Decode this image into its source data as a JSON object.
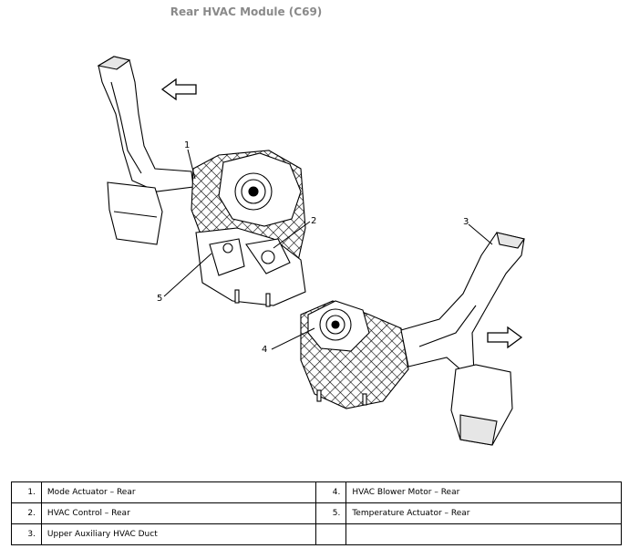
{
  "title": "Rear HVAC Module (C69)",
  "callouts": [
    "1",
    "2",
    "3",
    "4",
    "5"
  ],
  "legend": [
    [
      {
        "num": "1.",
        "label": "Mode Actuator – Rear"
      },
      {
        "num": "4.",
        "label": "HVAC Blower Motor – Rear"
      }
    ],
    [
      {
        "num": "2.",
        "label": "HVAC Control – Rear"
      },
      {
        "num": "5.",
        "label": "Temperature Actuator – Rear"
      }
    ],
    [
      {
        "num": "3.",
        "label": "Upper Auxiliary HVAC Duct"
      },
      {
        "num": "",
        "label": ""
      }
    ]
  ]
}
